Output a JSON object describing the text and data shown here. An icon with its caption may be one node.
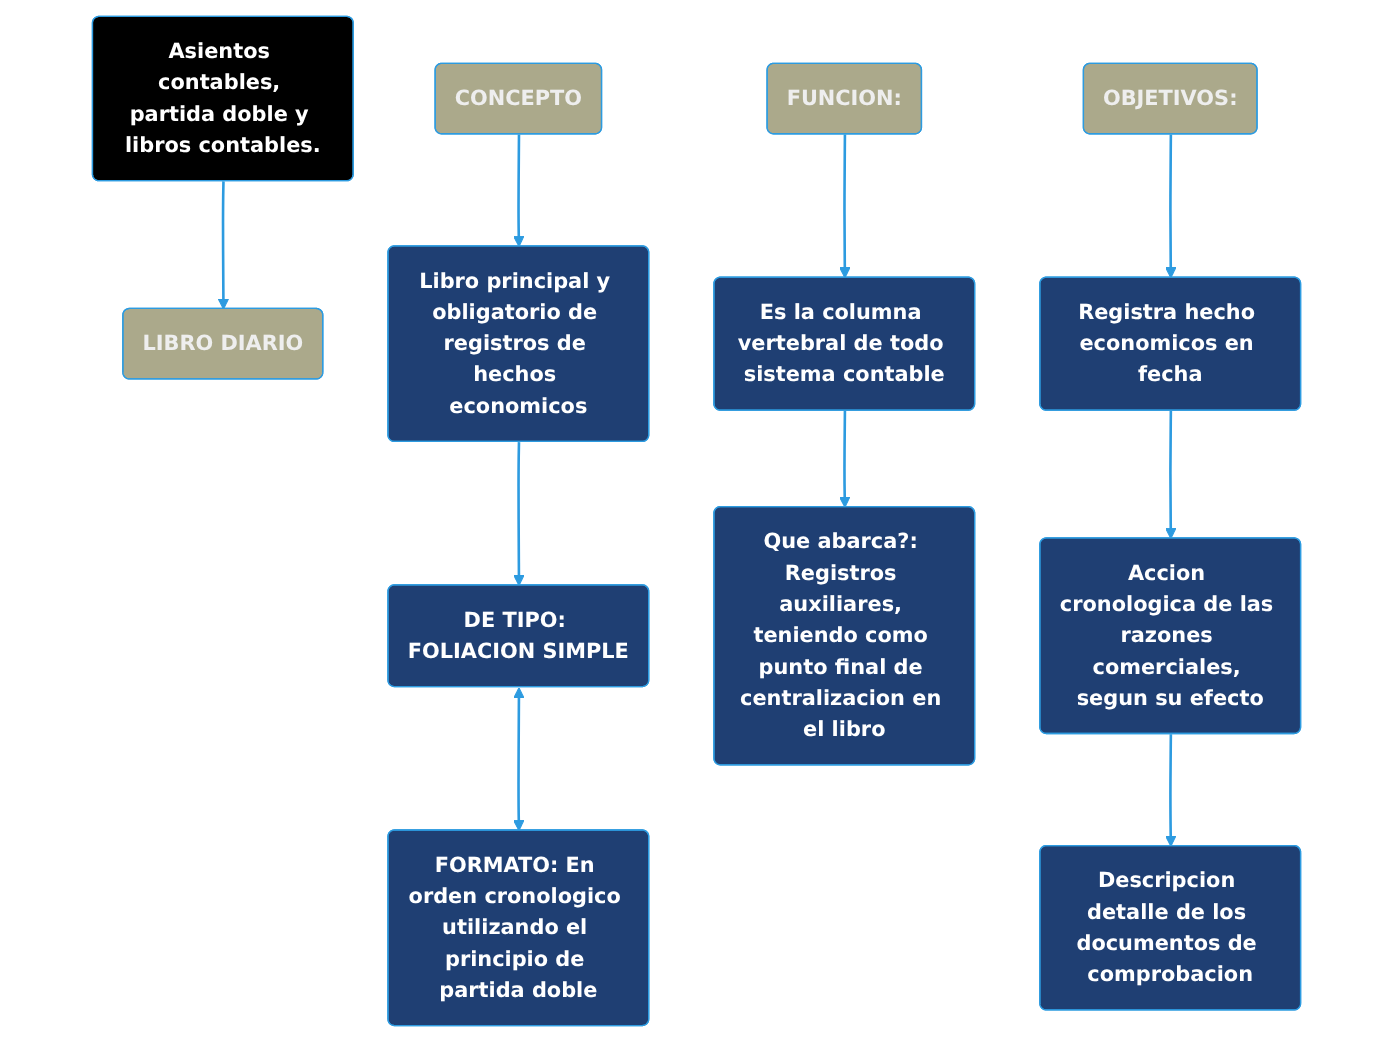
{
  "diagram": {
    "nodes": [
      {
        "text": [
          "Asientos contables, partida doble y libros contables."
        ]
      },
      {
        "text": [
          "LIBRO DIARIO"
        ]
      },
      {
        "text": [
          "CONCEPTO"
        ]
      },
      {
        "text": [
          "Libro principal y obligatorio de registros de hechos economicos"
        ]
      },
      {
        "text": [
          "DE TIPO: FOLIACION SIMPLE"
        ]
      },
      {
        "text": [
          "FORMATO: En orden cronologico utilizando el principio de partida doble"
        ]
      },
      {
        "text": [
          "FUNCION:"
        ]
      },
      {
        "text": [
          "Es la columna vertebral de todo sistema contable"
        ]
      },
      {
        "text": [
          "Que abarca?: Registros auxiliares, teniendo como punto final de centralizacion en el libro"
        ]
      },
      {
        "text": [
          "OBJETIVOS:"
        ]
      },
      {
        "text": [
          "Registra hecho economicos en fecha"
        ]
      },
      {
        "text": [
          "Accion cronologica de las razones comerciales, segun su efecto"
        ]
      },
      {
        "text": [
          "Descripcion detalle de los documentos de comprobacion"
        ]
      }
    ],
    "edges": [
      {
        "from": 0,
        "to": 1,
        "arrow": "to"
      },
      {
        "from": 2,
        "to": 3,
        "arrow": "to"
      },
      {
        "from": 3,
        "to": 4,
        "arrow": "to"
      },
      {
        "from": 4,
        "to": 5,
        "arrow": "both"
      },
      {
        "from": 6,
        "to": 7,
        "arrow": "to"
      },
      {
        "from": 7,
        "to": 8,
        "arrow": "to"
      },
      {
        "from": 9,
        "to": 10,
        "arrow": "to"
      },
      {
        "from": 10,
        "to": 11,
        "arrow": "to"
      },
      {
        "from": 11,
        "to": 12,
        "arrow": "to"
      }
    ]
  }
}
